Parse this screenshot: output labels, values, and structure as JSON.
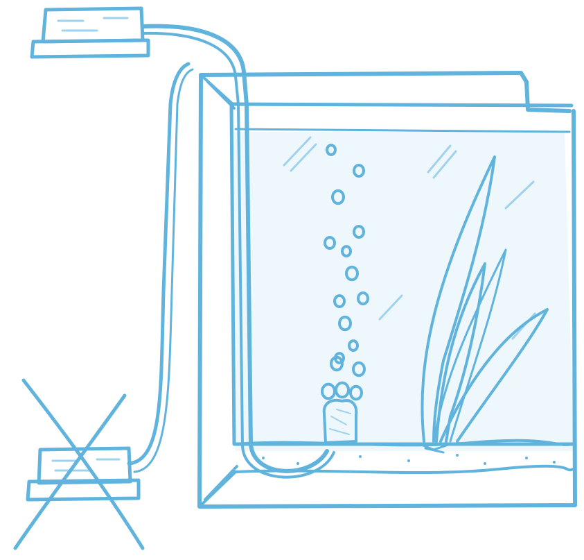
{
  "colors": {
    "ink": "#5fb3dc",
    "ink_light": "#9fd2ec",
    "water_tint": "#eef7fb",
    "paper": "#ffffff"
  },
  "parts": {
    "pump_top": {
      "icon": "air-pump-icon",
      "placement": "above-tank"
    },
    "pump_bottom": {
      "icon": "air-pump-icon",
      "placement": "below-tank",
      "crossed_out": true
    },
    "tank": {
      "icon": "aquarium-icon"
    },
    "air_stone": {
      "icon": "air-stone-icon"
    },
    "bubbles": {
      "icon": "bubble-icon",
      "count": 17
    },
    "plant": {
      "icon": "plant-icon",
      "leaves": 4
    }
  }
}
